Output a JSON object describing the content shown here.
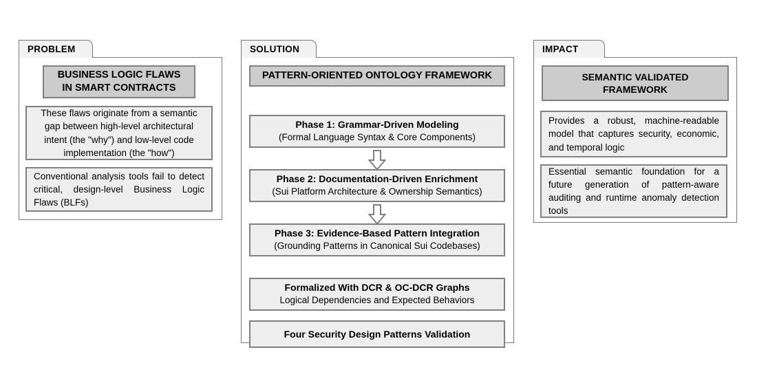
{
  "panels": {
    "problem": {
      "tab_label": "PROBLEM",
      "headline": "BUSINESS LOGIC FLAWS IN SMART CONTRACTS",
      "headline_line_1": "BUSINESS LOGIC FLAWS",
      "headline_line_2": "IN SMART CONTRACTS",
      "text_1": "These flaws originate from a semantic gap between high-level architectural intent (the \"why\") and low-level code implementation (the \"how\")",
      "text_2": "Conventional analysis tools fail to detect critical, design-level Business Logic Flaws (BLFs)"
    },
    "solution": {
      "tab_label": "SOLUTION",
      "headline": "PATTERN-ORIENTED ONTOLOGY FRAMEWORK",
      "stages": [
        {
          "title": "Phase 1: Grammar-Driven Modeling",
          "subtitle": "(Formal Language Syntax & Core Components)"
        },
        {
          "title": "Phase 2: Documentation-Driven Enrichment",
          "subtitle": "(Sui Platform Architecture & Ownership Semantics)"
        },
        {
          "title": "Phase 3: Evidence-Based Pattern Integration",
          "subtitle": "(Grounding Patterns in Canonical Sui Codebases)"
        },
        {
          "title": "Formalized With DCR & OC-DCR Graphs",
          "subtitle": "Logical Dependencies and Expected Behaviors"
        },
        {
          "title": "Four Security Design Patterns Validation",
          "subtitle": ""
        }
      ]
    },
    "impact": {
      "tab_label": "IMPACT",
      "headline": "SEMANTIC VALIDATED FRAMEWORK",
      "headline_line_1": "SEMANTIC VALIDATED",
      "headline_line_2": "FRAMEWORK",
      "text_1": "Provides a robust, machine-readable model that captures security, economic, and temporal logic",
      "text_2": "Essential semantic foundation for a future generation of pattern-aware auditing and runtime anomaly detection tools"
    }
  },
  "colors": {
    "page_background": "#ffffff",
    "panel_border": "#787878",
    "box_border": "#808080",
    "headline_fill": "#cccccc",
    "content_fill": "#eeeeee",
    "tab_fill": "#f2f2f2",
    "text": "#000000"
  }
}
